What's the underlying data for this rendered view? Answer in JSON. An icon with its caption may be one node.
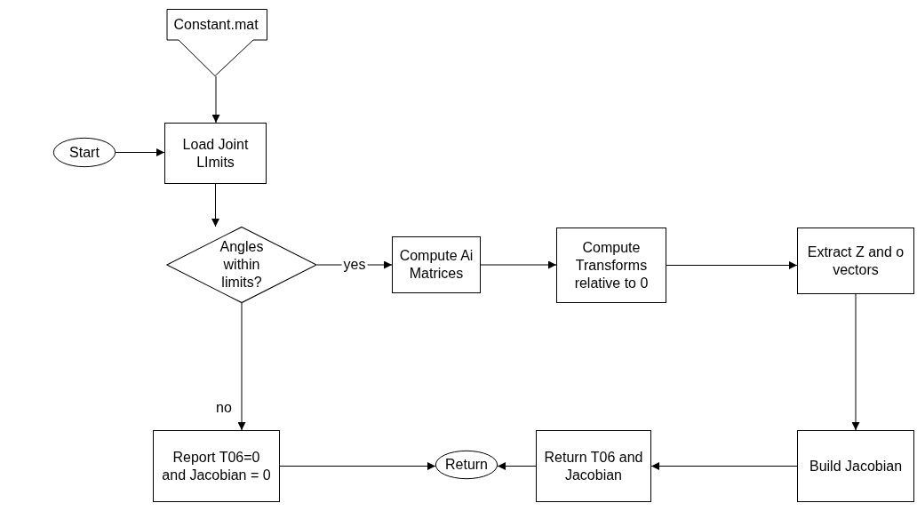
{
  "diagram": {
    "nodes": [
      {
        "text": [
          "Constant.mat"
        ]
      },
      {
        "text": [
          "Start"
        ]
      },
      {
        "text": [
          "Load Joint LImits"
        ]
      },
      {
        "text": [
          "Angles within limits?"
        ]
      },
      {
        "text": [
          "Compute Ai Matrices"
        ]
      },
      {
        "text": [
          "Compute Transforms relative to 0"
        ]
      },
      {
        "text": [
          "Extract Z and o vectors"
        ]
      },
      {
        "text": [
          "Build Jacobian"
        ]
      },
      {
        "text": [
          "Return T06 and Jacobian"
        ]
      },
      {
        "text": [
          "Return"
        ]
      },
      {
        "text": [
          "Report T06=0 and Jacobian = 0"
        ]
      }
    ],
    "edges": [
      {
        "from": 0,
        "to": 2,
        "arrow": "to"
      },
      {
        "from": 1,
        "to": 2,
        "arrow": "to"
      },
      {
        "from": 2,
        "to": 3,
        "arrow": "to"
      },
      {
        "from": 3,
        "to": 4,
        "arrow": "to",
        "label": "yes"
      },
      {
        "from": 4,
        "to": 5,
        "arrow": "to"
      },
      {
        "from": 5,
        "to": 6,
        "arrow": "to"
      },
      {
        "from": 6,
        "to": 7,
        "arrow": "to"
      },
      {
        "from": 7,
        "to": 8,
        "arrow": "to"
      },
      {
        "from": 8,
        "to": 9,
        "arrow": "to"
      },
      {
        "from": 10,
        "to": 9,
        "arrow": "to"
      },
      {
        "from": 3,
        "to": 10,
        "arrow": "to",
        "label": "no"
      }
    ]
  }
}
